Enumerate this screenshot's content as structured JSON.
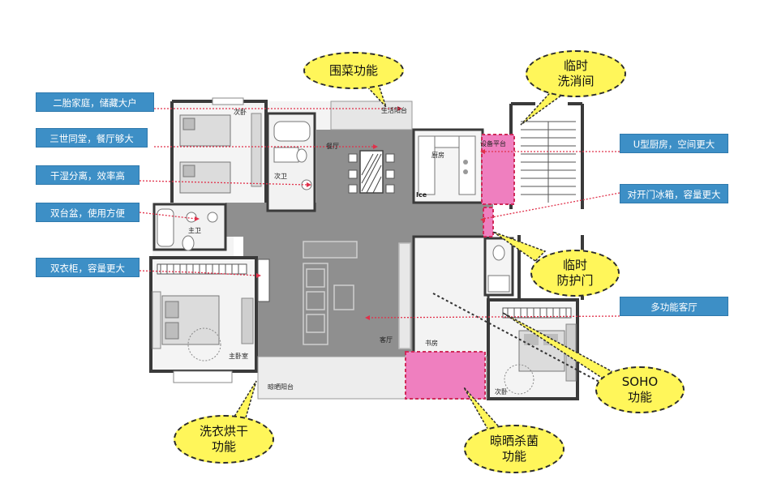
{
  "callouts_left": [
    "二胎家庭，储藏大户",
    "三世同堂，餐厅够大",
    "干湿分离，效率高",
    "双台盆，使用方便",
    "双衣柜，容量更大"
  ],
  "callouts_right": [
    "U型厨房，空间更大",
    "对开门冰箱，容量更大",
    "多功能客厅"
  ],
  "bubbles": {
    "garden": "围菜功能",
    "disinfect": "临时\n洗消间",
    "protect_door": "临时\n防护门",
    "soho": "SOHO\n功能",
    "laundry": "洗衣烘干\n功能",
    "sterilize": "晾晒杀菌\n功能"
  },
  "rooms": {
    "second_bedroom_top": "次卧",
    "service_balcony": "生活阳台",
    "dining": "餐厅",
    "kitchen": "厨房",
    "equipment_platform": "设备平台",
    "secondary_bath": "次卫",
    "master_bath": "主卫",
    "living": "客厅",
    "study": "书房",
    "master_bedroom": "主卧室",
    "drying_balcony": "晾晒阳台",
    "second_bedroom_bottom": "次卧",
    "fridge_mark": "Ice"
  },
  "colors": {
    "tag": "#3d8fc6",
    "bubble": "#fff65a",
    "pink": "#ef7fbf",
    "arrow": "#e0304a",
    "corridor": "#8f8f8f",
    "wall": "#3a3a3a"
  }
}
